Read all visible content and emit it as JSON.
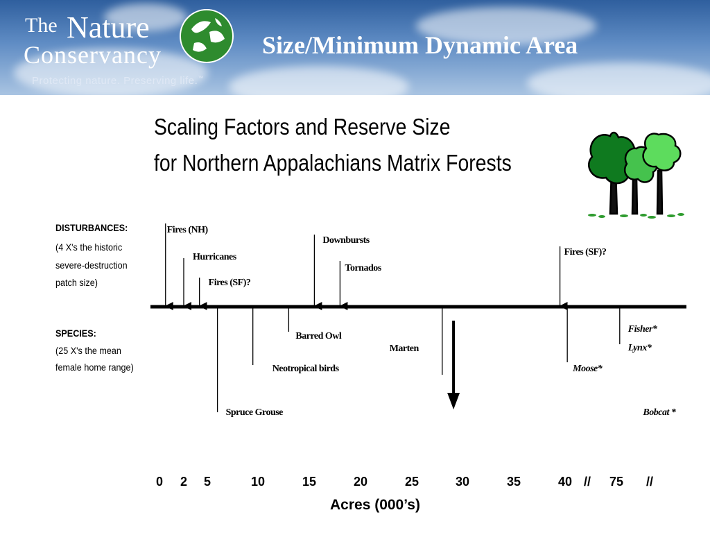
{
  "header": {
    "logo_the": "The",
    "logo_nature": "Nature",
    "logo_conservancy": "Conservancy",
    "logo_tagline": "Protecting nature. Preserving life.",
    "logo_tm": "™",
    "title": "Size/Minimum Dynamic Area",
    "colors": {
      "banner": "#3d6fae",
      "logo_globe": "#2e8b2e",
      "text": "#ffffff"
    }
  },
  "heading": {
    "line1": "Scaling Factors and Reserve Size",
    "line2": "for Northern Appalachians Matrix Forests"
  },
  "legend": {
    "disturbances_title": "DISTURBANCES:",
    "disturbances_note": [
      "(4 X's the historic",
      "severe-destruction",
      "patch size)"
    ],
    "species_title": "SPECIES:",
    "species_note": [
      "(25 X's the mean",
      "female home range)"
    ]
  },
  "diagram": {
    "disturbances": [
      {
        "label": "Fires (NH)",
        "x": 0.5,
        "italic": false
      },
      {
        "label": "Hurricanes",
        "x": 2,
        "italic": false
      },
      {
        "label": "Fires (SF)?",
        "x": 4,
        "italic": false
      },
      {
        "label": "Downbursts",
        "x": 15.5,
        "italic": false
      },
      {
        "label": "Tornados",
        "x": 18,
        "italic": false
      },
      {
        "label": "Fires (SF)?",
        "x": 39.5,
        "italic": false
      }
    ],
    "species": [
      {
        "label": "Spruce Grouse",
        "x": 6,
        "italic": false
      },
      {
        "label": "Neotropical birds",
        "x": 9.5,
        "italic": false
      },
      {
        "label": "Barred Owl",
        "x": 13,
        "italic": false
      },
      {
        "label": "Marten",
        "x": 28,
        "italic": false
      },
      {
        "label": "Moose*",
        "x": 41.5,
        "italic": true
      },
      {
        "label": "Fisher*",
        "x": 75.5,
        "italic": true
      },
      {
        "label": "Lynx*",
        "x": 75.5,
        "italic": true
      },
      {
        "label": "Bobcat *",
        "x": 79,
        "italic": true
      }
    ],
    "minimum_arrow_x": 28.5,
    "ticks": [
      "0",
      "2",
      "5",
      "10",
      "15",
      "20",
      "25",
      "30",
      "35",
      "40",
      "//",
      "75",
      "//"
    ],
    "axis_title": "Acres (000’s)"
  }
}
